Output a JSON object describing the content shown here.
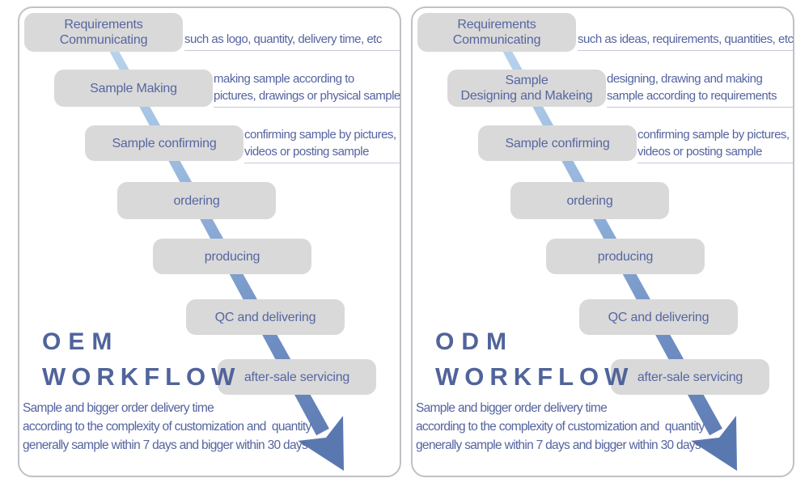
{
  "colors": {
    "box_fill": "#d9d9d9",
    "box_text": "#5666a0",
    "desc_text": "#5564a0",
    "title_text": "#50649b",
    "underline": "#c3c9d8",
    "panel_border": "#bfc1c6",
    "arrow_light": "#b9d4ec",
    "arrow_dark": "#5a78b0",
    "background": "#ffffff"
  },
  "panels": [
    {
      "title_line1": "OEM",
      "title_line2": "WORKFLOW",
      "steps": [
        {
          "label_lines": [
            "Requirements",
            "Communicating"
          ],
          "desc_lines": [
            "such as logo, quantity, delivery time, etc"
          ]
        },
        {
          "label_lines": [
            "Sample Making"
          ],
          "desc_lines": [
            "making sample according to",
            "pictures, drawings or physical sample"
          ]
        },
        {
          "label_lines": [
            "Sample confirming"
          ],
          "desc_lines": [
            "confirming sample by pictures,",
            "videos or posting sample"
          ]
        },
        {
          "label_lines": [
            "ordering"
          ]
        },
        {
          "label_lines": [
            "producing"
          ]
        },
        {
          "label_lines": [
            "QC and delivering"
          ]
        },
        {
          "label_lines": [
            "after-sale servicing"
          ]
        }
      ],
      "footer_lines": [
        "Sample and bigger order delivery time",
        "according to the complexity of customization and  quantity",
        "generally sample within 7 days and bigger within 30 days"
      ]
    },
    {
      "title_line1": "ODM",
      "title_line2": "WORKFLOW",
      "steps": [
        {
          "label_lines": [
            "Requirements",
            "Communicating"
          ],
          "desc_lines": [
            "such as ideas, requirements, quantities, etc"
          ]
        },
        {
          "label_lines": [
            "Sample",
            "Designing and Makeing"
          ],
          "desc_lines": [
            "designing, drawing and making",
            "sample according to requirements"
          ]
        },
        {
          "label_lines": [
            "Sample confirming"
          ],
          "desc_lines": [
            "confirming sample by pictures,",
            "videos or posting sample"
          ]
        },
        {
          "label_lines": [
            "ordering"
          ]
        },
        {
          "label_lines": [
            "producing"
          ]
        },
        {
          "label_lines": [
            "QC and delivering"
          ]
        },
        {
          "label_lines": [
            "after-sale servicing"
          ]
        }
      ],
      "footer_lines": [
        "Sample and bigger order delivery time",
        "according to the complexity of customization and  quantity",
        "generally sample within 7 days and bigger within 30 days"
      ]
    }
  ]
}
